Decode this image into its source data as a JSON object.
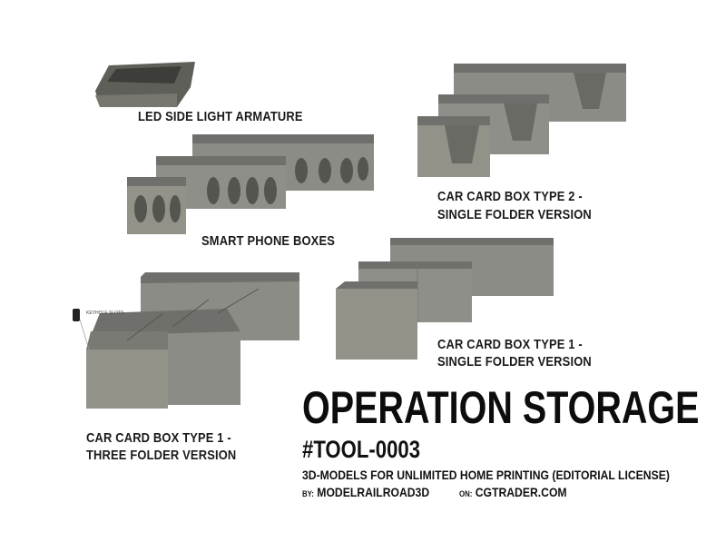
{
  "labels": {
    "led": "LED SIDE LIGHT ARMATURE",
    "phone": "SMART PHONE BOXES",
    "type2_line1": "CAR CARD BOX TYPE 2 -",
    "type2_line2": "SINGLE FOLDER VERSION",
    "type1_line1": "CAR CARD BOX TYPE 1 -",
    "type1_line2": "SINGLE FOLDER VERSION",
    "three_line1": "CAR CARD BOX TYPE 1 -",
    "three_line2": "THREE FOLDER VERSION"
  },
  "title": "OPERATION STORAGE",
  "code": "#TOOL-0003",
  "subtitle": "3D-MODELS FOR UNLIMITED HOME PRINTING (EDITORIAL LICENSE)",
  "byline": {
    "by_prefix": "BY:",
    "author": "MODELRAILROAD3D",
    "on_prefix": "ON:",
    "site": "CGTRADER.COM"
  },
  "colors": {
    "box_face": "#8c8c87",
    "box_top": "#6f6f6b",
    "box_dark": "#55554f",
    "text": "#111111"
  }
}
